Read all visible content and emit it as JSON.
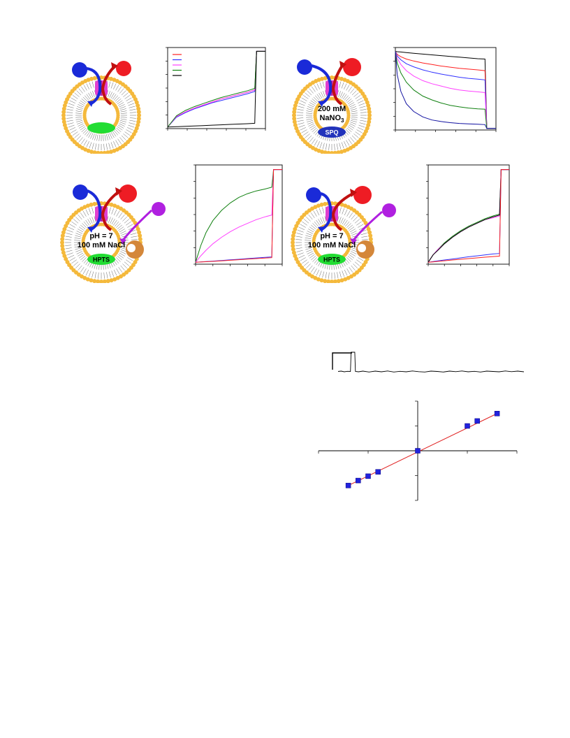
{
  "vesicles": [
    {
      "id": "v1",
      "inner_lines": []
    },
    {
      "id": "v2",
      "inner_lines": [
        "200 mM",
        "NaNO"
      ],
      "subscript": "3",
      "dye_label": "SPQ",
      "dye_color": "#2233bb"
    },
    {
      "id": "v3",
      "inner_lines": [
        "pH = 7",
        "100 mM NaCl"
      ],
      "dye_label": "HPTS",
      "dye_color": "#22dd33"
    },
    {
      "id": "v4",
      "inner_lines": [
        "pH = 7",
        "100 mM NaCl"
      ],
      "dye_label": "HPTS",
      "dye_color": "#22dd33"
    }
  ],
  "colors": {
    "lipid_head": "#f4b93c",
    "channel": "#e040d0",
    "blue_ion": "#1a2ad8",
    "red_ion": "#ee1c24",
    "purple_ion": "#b020e0",
    "protein": "#d4873a",
    "green_dye": "#22dd33"
  },
  "chart_data": [
    {
      "id": "kinetics-1",
      "type": "line",
      "legend_entries_color": [
        "#ff2020",
        "#3030ff",
        "#ff40ff",
        "#108010",
        "#000000"
      ],
      "x": [
        0,
        5,
        10,
        15,
        20,
        25,
        30,
        35,
        40,
        45,
        49,
        50,
        51,
        55
      ],
      "series": [
        {
          "color": "#ff2020",
          "values": [
            0,
            14,
            20,
            25,
            29,
            33,
            37,
            40,
            43,
            46,
            49,
            100,
            100,
            100
          ]
        },
        {
          "color": "#3030ff",
          "values": [
            0,
            13,
            19,
            24,
            28,
            32,
            35,
            38,
            41,
            44,
            47,
            100,
            100,
            100
          ]
        },
        {
          "color": "#ff40ff",
          "values": [
            0,
            14,
            20,
            25,
            29,
            33,
            37,
            40,
            43,
            46,
            49,
            100,
            100,
            100
          ]
        },
        {
          "color": "#108010",
          "values": [
            0,
            15,
            22,
            27,
            31,
            35,
            39,
            42,
            45,
            48,
            51,
            100,
            100,
            100
          ]
        },
        {
          "color": "#000000",
          "values": [
            0,
            0.5,
            1,
            1.5,
            2,
            2.5,
            3,
            3.5,
            4,
            4.5,
            5,
            100,
            100,
            100
          ]
        }
      ],
      "xlim": [
        0,
        55
      ],
      "ylim": [
        -2,
        105
      ]
    },
    {
      "id": "kinetics-2",
      "type": "line",
      "x": [
        0,
        1,
        3,
        6,
        10,
        15,
        20,
        25,
        30,
        35,
        40,
        45,
        49,
        50,
        51,
        55
      ],
      "series": [
        {
          "color": "#000000",
          "values": [
            100,
            99.6,
            99.2,
            98.5,
            97.5,
            96.5,
            95.5,
            94.5,
            93.5,
            92.5,
            91.5,
            90.5,
            90,
            0,
            0,
            0
          ]
        },
        {
          "color": "#ff2020",
          "values": [
            100,
            96,
            93,
            90,
            87.5,
            85,
            83,
            81,
            79.5,
            78,
            77,
            76,
            75,
            0,
            0,
            0
          ]
        },
        {
          "color": "#3030ff",
          "values": [
            100,
            94,
            89,
            84,
            80,
            76,
            73,
            70.5,
            68.5,
            66.5,
            65,
            64,
            63,
            0,
            0,
            0
          ]
        },
        {
          "color": "#ff40ff",
          "values": [
            100,
            91,
            83,
            75,
            68,
            62,
            58,
            55,
            52,
            50,
            48.5,
            47.5,
            46.5,
            0,
            0,
            0
          ]
        },
        {
          "color": "#108010",
          "values": [
            100,
            85,
            72,
            60,
            50,
            42,
            37,
            33,
            30,
            28,
            26.5,
            25.5,
            25,
            0,
            0,
            0
          ]
        },
        {
          "color": "#1010a0",
          "values": [
            100,
            70,
            48,
            32,
            22,
            15,
            11,
            9,
            7.5,
            6.5,
            6,
            5.5,
            5,
            0,
            0,
            0
          ]
        }
      ],
      "xlim": [
        0,
        55
      ],
      "ylim": [
        -2,
        105
      ]
    },
    {
      "id": "kinetics-3",
      "type": "line",
      "x": [
        0,
        3,
        6,
        10,
        15,
        20,
        25,
        30,
        35,
        40,
        44,
        45,
        46,
        50
      ],
      "series": [
        {
          "color": "#108010",
          "values": [
            0,
            18,
            32,
            45,
            56,
            64,
            70,
            74,
            77,
            79,
            81,
            100,
            100,
            100
          ]
        },
        {
          "color": "#ff40ff",
          "values": [
            0,
            7,
            13,
            20,
            27,
            33,
            38,
            42,
            46,
            49,
            51,
            100,
            100,
            100
          ]
        },
        {
          "color": "#3030ff",
          "values": [
            0,
            0.4,
            0.8,
            1.3,
            2,
            2.7,
            3.3,
            4,
            4.7,
            5.3,
            5.8,
            100,
            100,
            100
          ]
        },
        {
          "color": "#ff2020",
          "values": [
            0,
            0.3,
            0.6,
            1,
            1.6,
            2.2,
            2.8,
            3.4,
            4,
            4.6,
            5,
            100,
            100,
            100
          ]
        }
      ],
      "xlim": [
        0,
        50
      ],
      "ylim": [
        -2,
        105
      ]
    },
    {
      "id": "kinetics-4",
      "type": "line",
      "x": [
        0,
        3,
        6,
        10,
        15,
        20,
        25,
        30,
        35,
        40,
        44,
        45,
        46,
        50
      ],
      "series": [
        {
          "color": "#108010",
          "values": [
            0,
            8,
            14,
            21,
            28,
            34,
            39,
            43,
            47,
            50,
            52,
            100,
            100,
            100
          ]
        },
        {
          "color": "#ff40ff",
          "values": [
            0,
            8,
            14,
            20,
            27,
            33,
            38,
            42,
            46,
            48,
            50,
            100,
            100,
            100
          ]
        },
        {
          "color": "#000000",
          "values": [
            0,
            8,
            13,
            20,
            27,
            33,
            38,
            42,
            46,
            49,
            51,
            100,
            100,
            100
          ]
        },
        {
          "color": "#3030ff",
          "values": [
            0,
            0.8,
            1.6,
            2.5,
            3.6,
            4.8,
            6,
            7,
            8,
            9,
            9.5,
            100,
            100,
            100
          ]
        },
        {
          "color": "#ff2020",
          "values": [
            0,
            0.5,
            1,
            1.7,
            2.5,
            3.3,
            4,
            4.8,
            5.5,
            6.2,
            6.7,
            100,
            100,
            100
          ]
        }
      ],
      "xlim": [
        0,
        50
      ],
      "ylim": [
        -2,
        105
      ]
    },
    {
      "id": "current-trace",
      "type": "line",
      "x": [
        0,
        5,
        10,
        15,
        20,
        21,
        24,
        27,
        28,
        33,
        40,
        50,
        60,
        70,
        80,
        90,
        100,
        110,
        120,
        130,
        140,
        150,
        160,
        170,
        180,
        190,
        200,
        210,
        220,
        230,
        240,
        250,
        260,
        270,
        280,
        290,
        300
      ],
      "series": [
        {
          "color": "#000000",
          "values": [
            0,
            0.2,
            -0.2,
            0.1,
            0,
            11,
            11,
            11,
            0,
            -0.2,
            0.2,
            -0.3,
            0.2,
            -0.2,
            0.3,
            -0.3,
            0.1,
            -0.2,
            0.3,
            -0.1,
            -0.3,
            0.2,
            0,
            -0.3,
            0.2,
            -0.1,
            0.3,
            -0.2,
            0.1,
            -0.3,
            0.2,
            0,
            -0.2,
            0.3,
            -0.1,
            0.2,
            -0.2
          ]
        }
      ],
      "xlim": [
        0,
        300
      ],
      "ylim": [
        -3,
        13
      ]
    },
    {
      "id": "iv-curve",
      "type": "scatter",
      "x": [
        -140,
        -120,
        -100,
        -80,
        0,
        100,
        120,
        160
      ],
      "y": [
        -2.8,
        -2.4,
        -2.05,
        -1.7,
        0,
        2.0,
        2.4,
        3.0
      ],
      "fit_line": {
        "x": [
          -140,
          160
        ],
        "y": [
          -2.8,
          3.0
        ],
        "color": "#e02020"
      },
      "marker_color": "#2222dd",
      "xlim": [
        -200,
        200
      ],
      "ylim": [
        -4,
        4
      ]
    }
  ]
}
